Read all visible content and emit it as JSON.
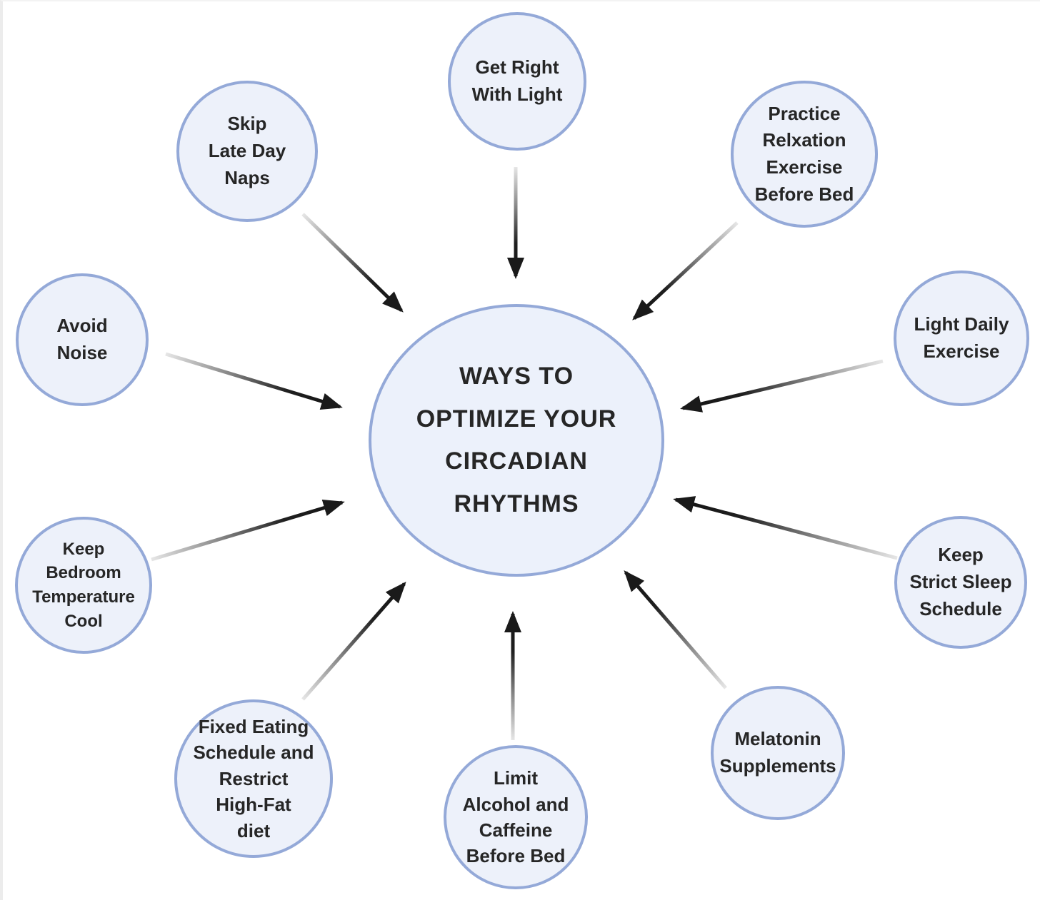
{
  "diagram": {
    "title": "Ways to Optimize Your Circadian Rhythms",
    "center": {
      "label": "WAYS TO OPTIMIZE YOUR CIRCADIAN RHYTHMS"
    },
    "nodes": [
      {
        "id": "get-right-with-light",
        "label": "Get Right\nWith Light"
      },
      {
        "id": "skip-late-day-naps",
        "label": "Skip\nLate Day\nNaps"
      },
      {
        "id": "practice-relaxation",
        "label": "Practice\nRelxation\nExercise\nBefore Bed"
      },
      {
        "id": "avoid-noise",
        "label": "Avoid\nNoise"
      },
      {
        "id": "light-daily-exercise",
        "label": "Light Daily\nExercise"
      },
      {
        "id": "keep-bedroom-cool",
        "label": "Keep\nBedroom\nTemperature\nCool"
      },
      {
        "id": "keep-strict-sleep",
        "label": "Keep\nStrict Sleep\nSchedule"
      },
      {
        "id": "fixed-eating",
        "label": "Fixed Eating\nSchedule and\nRestrict\nHigh-Fat\ndiet"
      },
      {
        "id": "limit-alcohol",
        "label": "Limit\nAlcohol and\nCaffeine\nBefore Bed"
      },
      {
        "id": "melatonin",
        "label": "Melatonin\nSupplements"
      }
    ],
    "colors": {
      "node_fill": "#edf1fa",
      "node_border": "#94a9d8",
      "text": "#262626",
      "arrow_head": "#1a1a1a",
      "arrow_tail": "#e2e2e2",
      "background": "#ffffff"
    }
  }
}
